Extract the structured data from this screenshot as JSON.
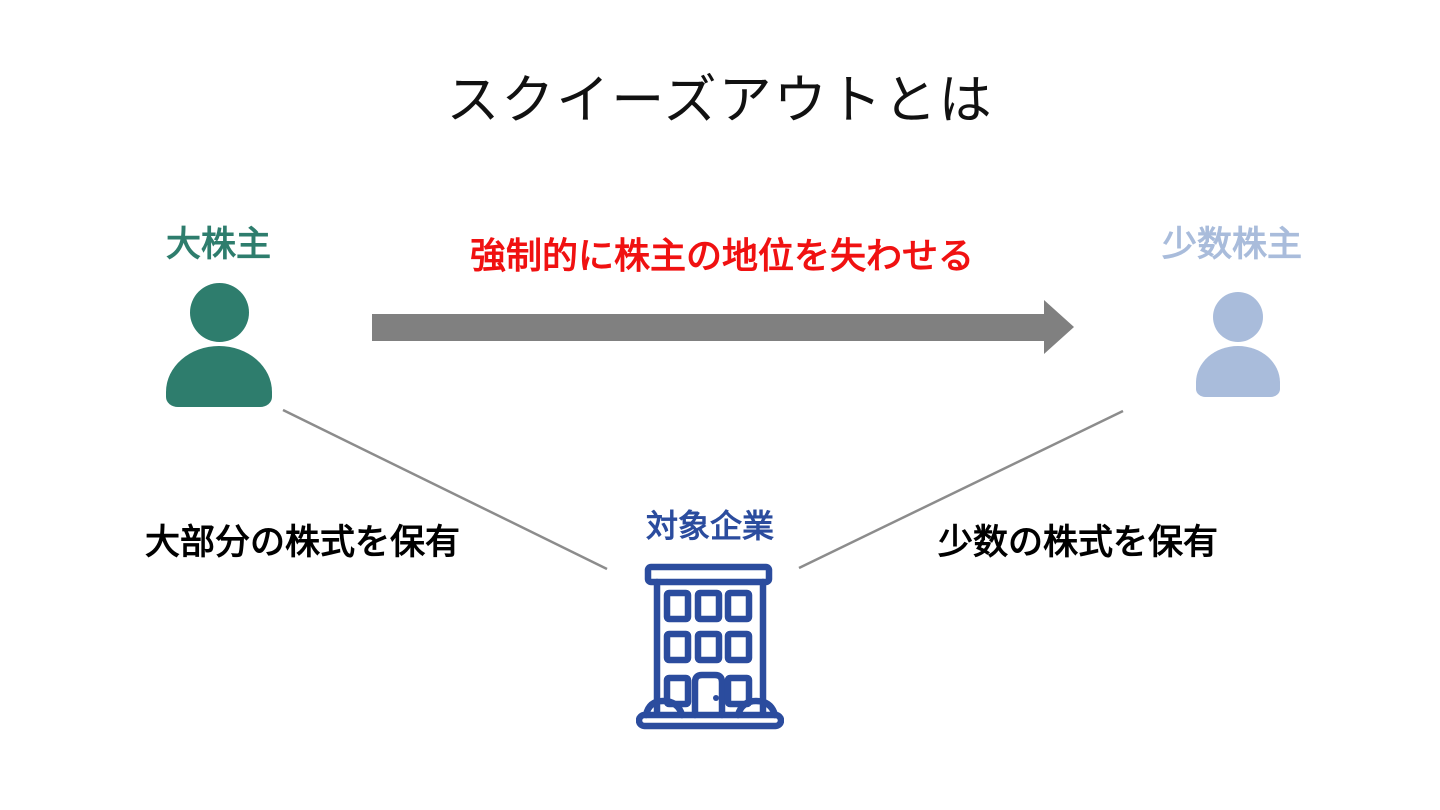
{
  "title": "スクイーズアウトとは",
  "major_shareholder": {
    "label": "大株主",
    "holding_note": "大部分の株式を保有",
    "color": "#2e7d6d"
  },
  "minority_shareholder": {
    "label": "少数株主",
    "holding_note": "少数の株式を保有",
    "color": "#a9bcdb"
  },
  "target_company": {
    "label": "対象企業",
    "color": "#2b4c9e"
  },
  "arrow": {
    "label": "強制的に株主の地位を失わせる",
    "label_color": "#f01111",
    "color": "#808080"
  },
  "connector_color": "#8c8c8c",
  "icons": {
    "major_shareholder": "person-icon",
    "minority_shareholder": "person-icon",
    "target_company": "building-icon"
  }
}
